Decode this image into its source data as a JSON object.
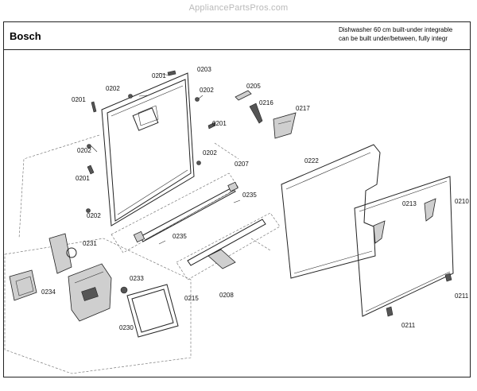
{
  "watermark": "AppliancePartsPros.com",
  "brand": "Bosch",
  "description_line1": "Dishwasher 60 cm built-under integrable",
  "description_line2": "can be built under/between, fully integr",
  "part_labels": [
    "0201",
    "0202",
    "0203",
    "0205",
    "0216",
    "0217",
    "0222",
    "0207",
    "0235",
    "0210",
    "0213",
    "0231",
    "0233",
    "0234",
    "0215",
    "0230",
    "0208",
    "0211"
  ]
}
